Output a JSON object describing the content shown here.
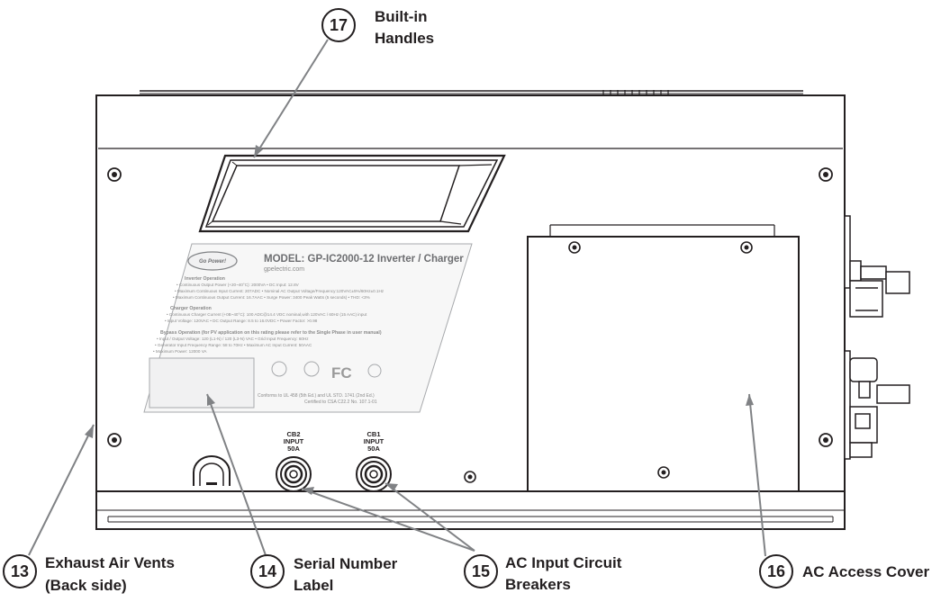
{
  "callouts": {
    "c17": {
      "number": "17",
      "line1": "Built-in",
      "line2": "Handles"
    },
    "c13": {
      "number": "13",
      "line1": "Exhaust Air Vents",
      "line2": "(Back side)"
    },
    "c14": {
      "number": "14",
      "line1": "Serial Number",
      "line2": "Label"
    },
    "c15": {
      "number": "15",
      "line1": "AC Input Circuit",
      "line2": "Breakers"
    },
    "c16": {
      "number": "16",
      "line1": "AC Access Cover",
      "line2": ""
    }
  },
  "breakers": {
    "cb2": {
      "line1": "CB2",
      "line2": "INPUT",
      "line3": "50A"
    },
    "cb1": {
      "line1": "CB1",
      "line2": "INPUT",
      "line3": "50A"
    }
  },
  "product_label": {
    "logo": "Go Power!",
    "model": "MODEL: GP-IC2000-12 Inverter / Charger",
    "url": "gpelectric.com",
    "inverter_heading": "Inverter Operation",
    "inverter_line1": "• Continuous Output Power (+20~40°C): 2000VA   • DC Input: 12.8V",
    "inverter_line2": "• Maximum Continuous Input Current: 207ADC • Nominal AC Output Voltage/Frequency:120VAC±5%/60Hz±0.1Hz",
    "inverter_line3": "• Maximum Continuous Output Current: 16.7AAC   • Surge Power: 3400 Peak Watts (5 seconds)   • THD: <3%",
    "charger_heading": "Charger Operation",
    "charger_line1": "• Continuous Charger Current (+0B~40°C): 100 ADC@14.4 VDC nominal,with 120VAC / 60Hz (15 AAC) input",
    "charger_line2": "• Input Voltage: 120VAC   • DC Output Range: 8.5 to 16.0VDC   • Power Factor: >0.98",
    "bypass_heading": "Bypass Operation   (for PV application on this rating please refer to the Single Phase in user manual)",
    "bypass_line1": "• Input / Output Voltage: 120 (L1-N) / 120 (L3-N) VAC   • Grid Input Frequency: 60Hz",
    "bypass_line2": "• Generator Input Frequency Range: 58 to 70Hz   • Maximum AC Input Current: 50AAC",
    "bypass_line3": "• Maximum Power: 12000 VA",
    "fcc": "FC",
    "cert1": "Conforms to UL 458 (5th Ed.) and UL STD. 1741 (2nd Ed.)",
    "cert2": "Certified to CSA C22.2 No. 107.1-01"
  },
  "colors": {
    "stroke": "#231f20",
    "leader": "#808285",
    "label_fill": "#f1f1f2",
    "label_edge": "#a7a9ac"
  }
}
